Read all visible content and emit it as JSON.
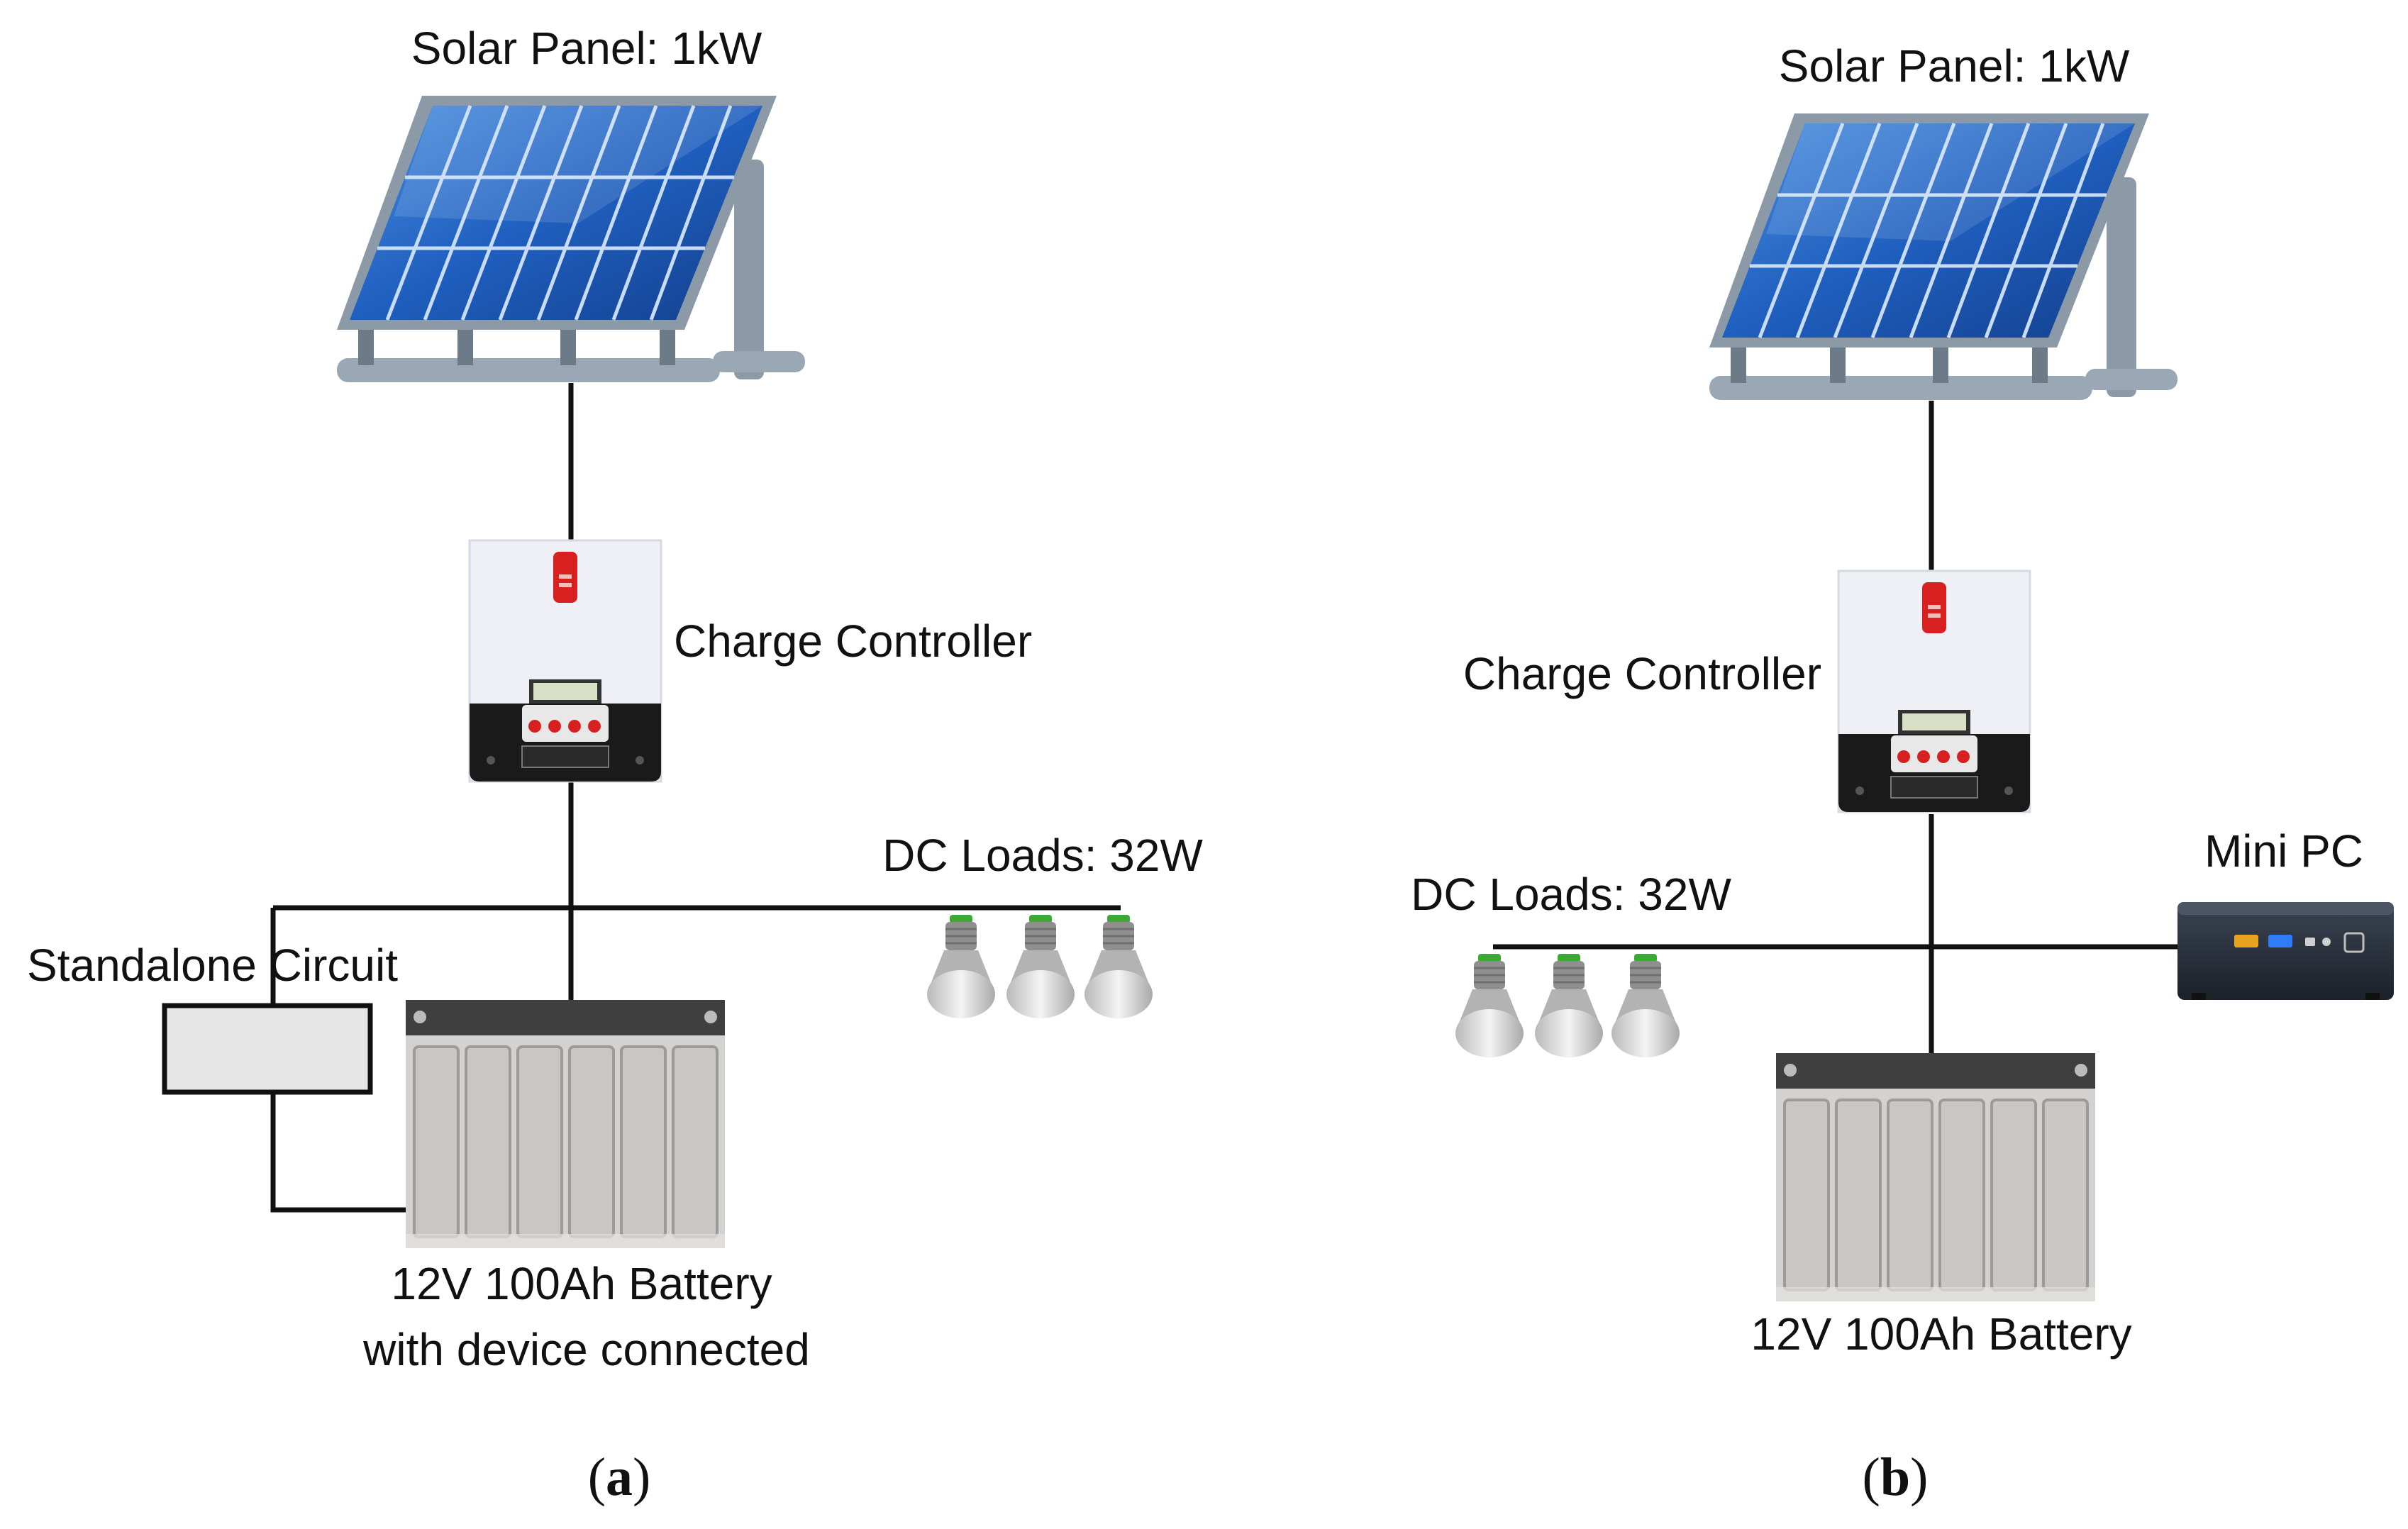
{
  "colors": {
    "wire": "#111111",
    "panel_blue": "#1f5fbf",
    "panel_frame": "#8c9aa8",
    "controller_body": "#eef0f6",
    "controller_base": "#1a1a1a",
    "controller_red": "#d92020",
    "battery_body": "#d4d2d0",
    "battery_top": "#3f3f3f",
    "bulb_base": "#8f8f8f"
  },
  "panel_a": {
    "solar_label": "Solar Panel: 1kW",
    "controller_label": "Charge Controller",
    "dc_loads_label": "DC Loads: 32W",
    "standalone_label": "Standalone Circuit",
    "battery_label_line1": "12V 100Ah Battery",
    "battery_label_line2": "with device connected",
    "caption_letter": "a"
  },
  "panel_b": {
    "solar_label": "Solar Panel: 1kW",
    "controller_label": "Charge Controller",
    "dc_loads_label": "DC Loads: 32W",
    "mini_pc_label": "Mini PC",
    "battery_label": "12V 100Ah Battery",
    "caption_letter": "b"
  }
}
